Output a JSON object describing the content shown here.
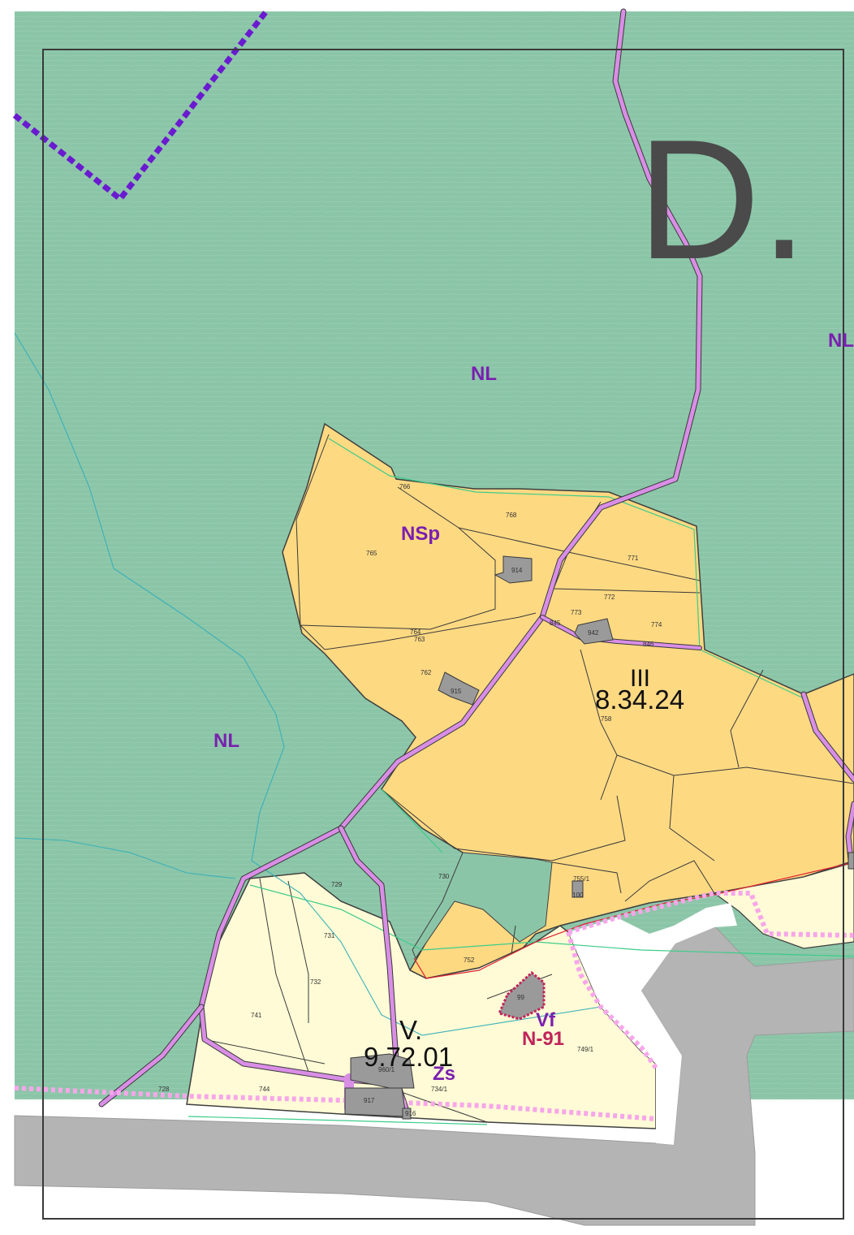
{
  "sheet_letter": "D.",
  "colors": {
    "forest": "#8bc5a7",
    "agricultural": "#fdd982",
    "settlement": "#fffbd6",
    "road": "#b4b4b4",
    "building": "#9a9a9a",
    "path": "#d98ee6",
    "boundary_dashed": "#6a1ad0",
    "zone_label": "#7a1fb0",
    "code_label": "#c0245a",
    "triangle_border": "#f7a6ea"
  },
  "zones": {
    "nl_top": "NL",
    "nl_left": "NL",
    "nl_right": "NL",
    "nsp": "NSp",
    "zs": "Zs",
    "vf": "Vf"
  },
  "codes": {
    "n91": "N-91"
  },
  "districts": {
    "iii_roman": "III",
    "iii_number": "8.34.24",
    "v_roman": "V.",
    "v_number": "9.72.01"
  },
  "parcels": {
    "p766": "766",
    "p768": "768",
    "p765": "765",
    "p914": "914",
    "p771": "771",
    "p772": "772",
    "p773": "773",
    "p845": "845",
    "p942": "942",
    "p774": "774",
    "p846": "846",
    "p764": "764",
    "p763": "763",
    "p762": "762",
    "p915": "915",
    "p758": "758",
    "p729": "729",
    "p730": "730",
    "p7551": "755/1",
    "p100": "100",
    "p731": "731",
    "p752": "752",
    "p732": "732",
    "p99": "99",
    "p741": "741",
    "p7491": "749/1",
    "p9601": "960/1",
    "p7341": "734/1",
    "p728": "728",
    "p744": "744",
    "p917": "917",
    "p916": "916"
  }
}
